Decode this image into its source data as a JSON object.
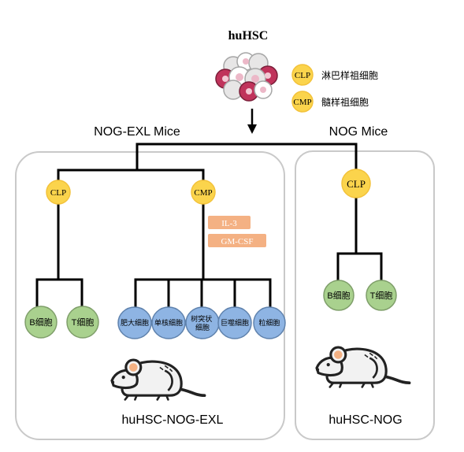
{
  "title": "huHSC",
  "legend": [
    {
      "abbr": "CLP",
      "label": "淋巴样祖细胞"
    },
    {
      "abbr": "CMP",
      "label": "髓样祖细胞"
    }
  ],
  "panels": {
    "left": {
      "header": "NOG-EXL Mice",
      "footer": "huHSC-NOG-EXL",
      "clp": "CLP",
      "cmp": "CMP",
      "factors": [
        "IL-3",
        "GM-CSF"
      ],
      "lymphoid_cells": [
        "B细胞",
        "T细胞"
      ],
      "myeloid_cells": [
        {
          "label": "肥大细胞"
        },
        {
          "label": "单核细胞"
        },
        {
          "label": "树突状细胞"
        },
        {
          "label": "巨噬细胞"
        },
        {
          "label": "粒细胞"
        }
      ]
    },
    "right": {
      "header": "NOG Mice",
      "footer": "huHSC-NOG",
      "clp": "CLP",
      "lymphoid_cells": [
        "B细胞",
        "T细胞"
      ]
    }
  },
  "colors": {
    "progenitor": "#fbd44c",
    "lymphoid": "#a9d18e",
    "myeloid": "#8eb4e3",
    "factor": "#f4b183",
    "panel_border": "#c9c9c9",
    "line": "#000000"
  }
}
